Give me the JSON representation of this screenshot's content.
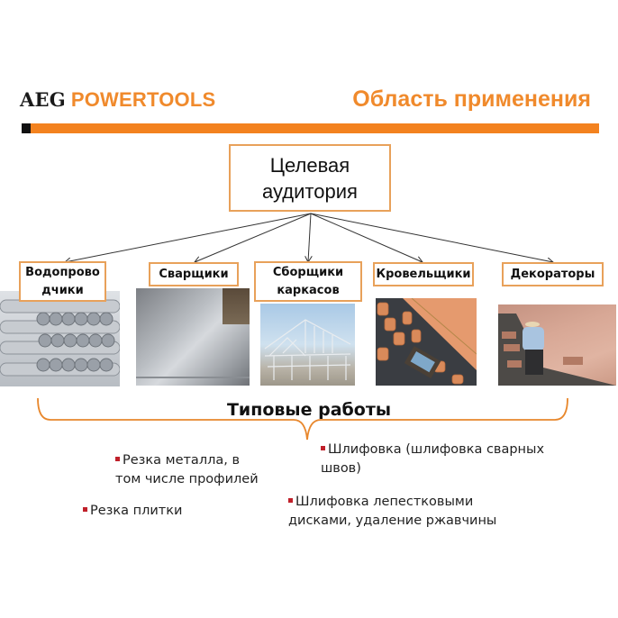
{
  "header": {
    "brand_aeg": "AEG",
    "brand_powertools": "POWERTOOLS",
    "title": "Область применения",
    "accent_color": "#f3821f"
  },
  "diagram": {
    "root": {
      "line1": "Целевая",
      "line2": "аудитория"
    },
    "categories": [
      {
        "line1": "Водопрово",
        "line2": "дчики",
        "image": "pvc-pipes-photo"
      },
      {
        "line1": "Сварщики",
        "line2": "",
        "image": "metal-sheet-photo"
      },
      {
        "line1": "Сборщики",
        "line2": "каркасов",
        "image": "steel-frame-house-photo"
      },
      {
        "line1": "Кровельщики",
        "line2": "",
        "image": "roof-tiles-photo"
      },
      {
        "line1": "Декораторы",
        "line2": "",
        "image": "roofer-worker-photo"
      }
    ]
  },
  "works": {
    "title": "Типовые работы",
    "items": [
      {
        "line1": "Резка металла, в",
        "line2": "том числе профилей"
      },
      {
        "line1": "Резка плитки",
        "line2": ""
      },
      {
        "line1": "Шлифовка (шлифовка сварных",
        "line2": "швов)"
      },
      {
        "line1": "Шлифовка лепестковыми",
        "line2": "дисками, удаление ржавчины"
      }
    ]
  }
}
